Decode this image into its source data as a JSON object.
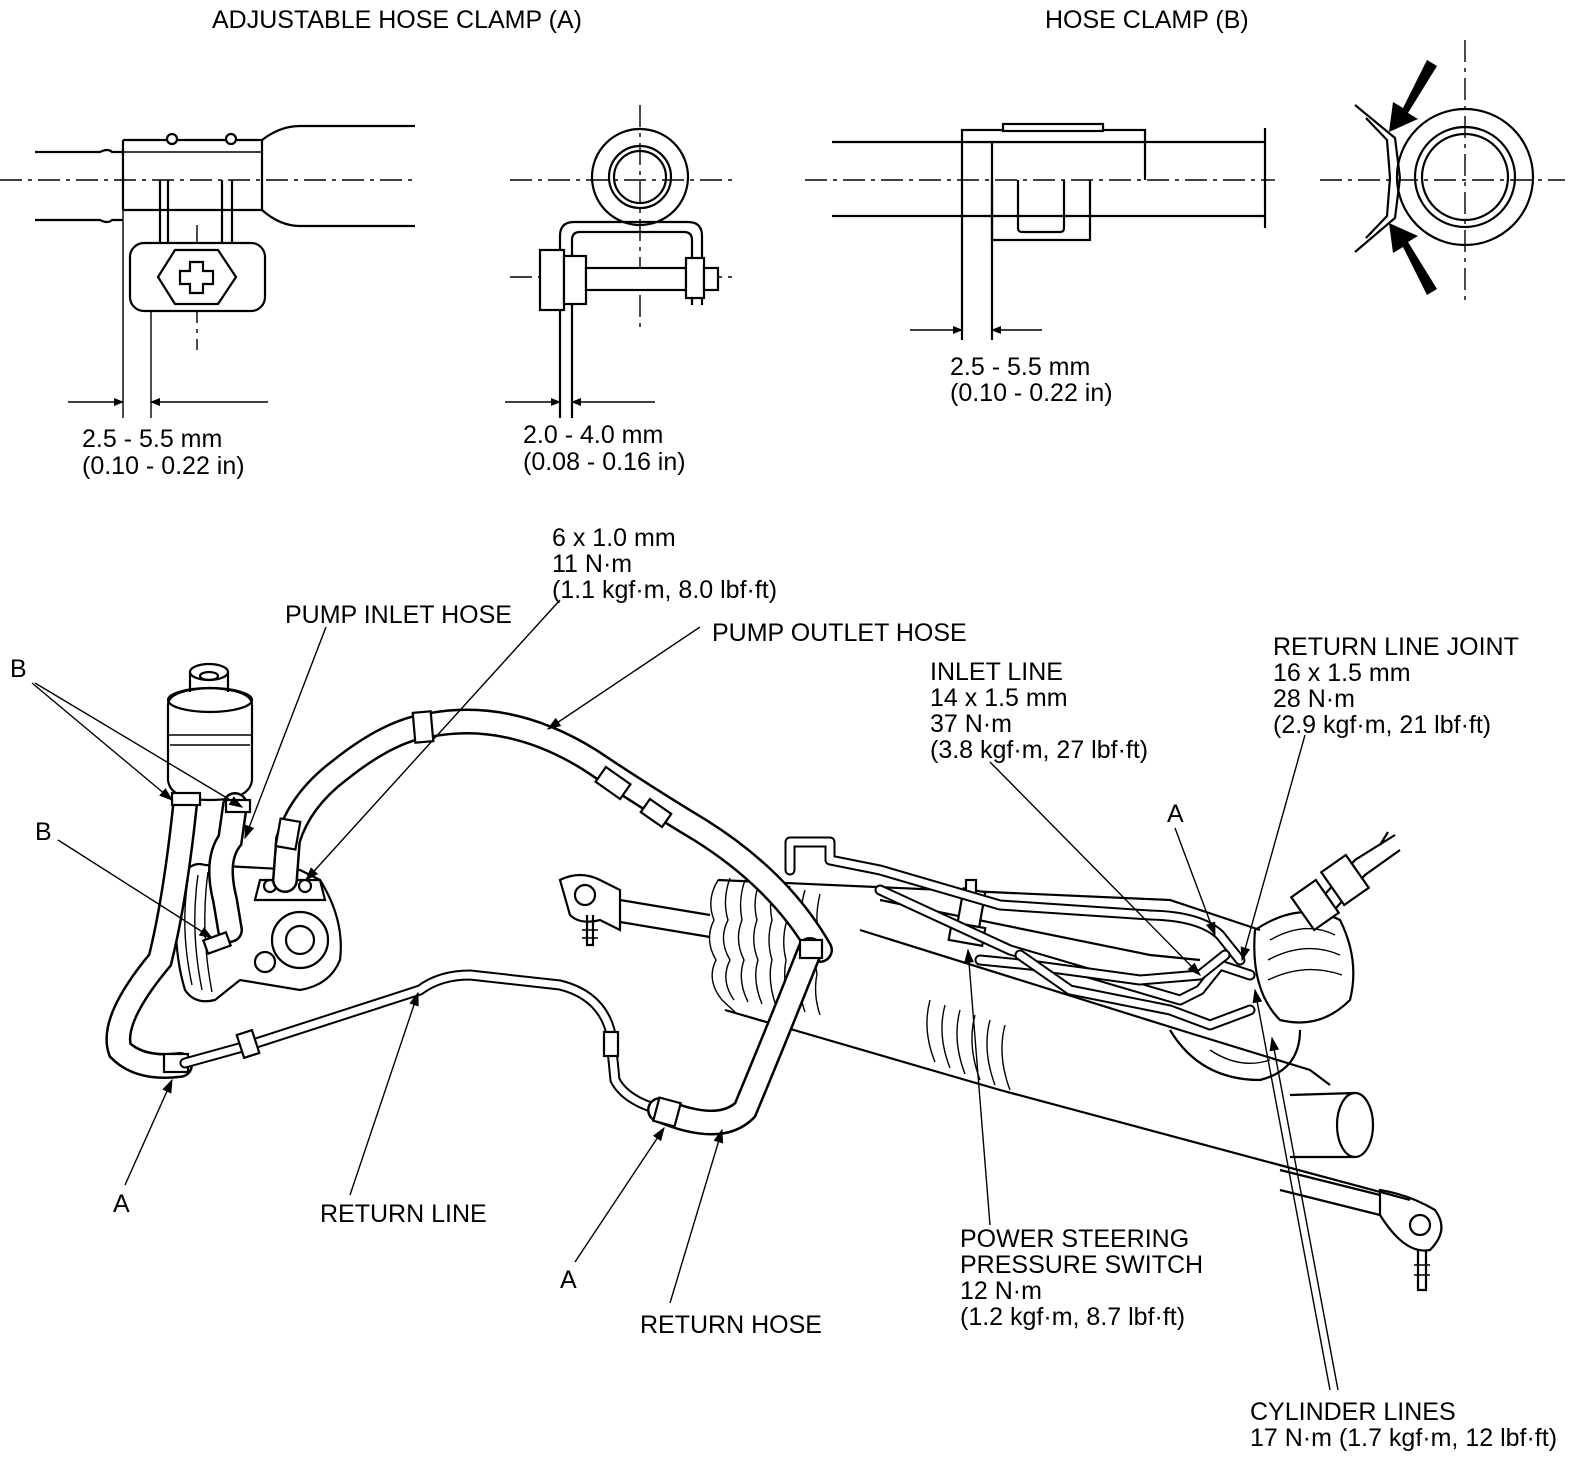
{
  "headings": {
    "clamp_a": "ADJUSTABLE HOSE CLAMP (A)",
    "clamp_b": "HOSE CLAMP (B)"
  },
  "dims": {
    "clamp_a_side": [
      "2.5 - 5.5 mm",
      "(0.10 - 0.22 in)"
    ],
    "clamp_a_end": [
      "2.0 - 4.0 mm",
      "(0.08 - 0.16 in)"
    ],
    "clamp_b_side": [
      "2.5 - 5.5 mm",
      "(0.10 - 0.22 in)"
    ]
  },
  "callouts": {
    "pump_bolt": [
      "6 x 1.0 mm",
      "11 N·m",
      "(1.1 kgf·m, 8.0 lbf·ft)"
    ],
    "pump_inlet_hose": "PUMP INLET HOSE",
    "pump_outlet_hose": "PUMP OUTLET HOSE",
    "inlet_line": [
      "INLET LINE",
      "14 x 1.5 mm",
      "37 N·m",
      "(3.8 kgf·m, 27 lbf·ft)"
    ],
    "return_line_joint": [
      "RETURN LINE JOINT",
      "16 x 1.5 mm",
      "28 N·m",
      "(2.9 kgf·m, 21 lbf·ft)"
    ],
    "return_line": "RETURN LINE",
    "return_hose": "RETURN HOSE",
    "pressure_switch": [
      "POWER STEERING",
      "PRESSURE SWITCH",
      "12 N·m",
      "(1.2 kgf·m, 8.7 lbf·ft)"
    ],
    "cylinder_lines": [
      "CYLINDER LINES",
      "17 N·m (1.7 kgf·m, 12 lbf·ft)"
    ]
  },
  "clamp_letters": {
    "a": "A",
    "b": "B"
  }
}
